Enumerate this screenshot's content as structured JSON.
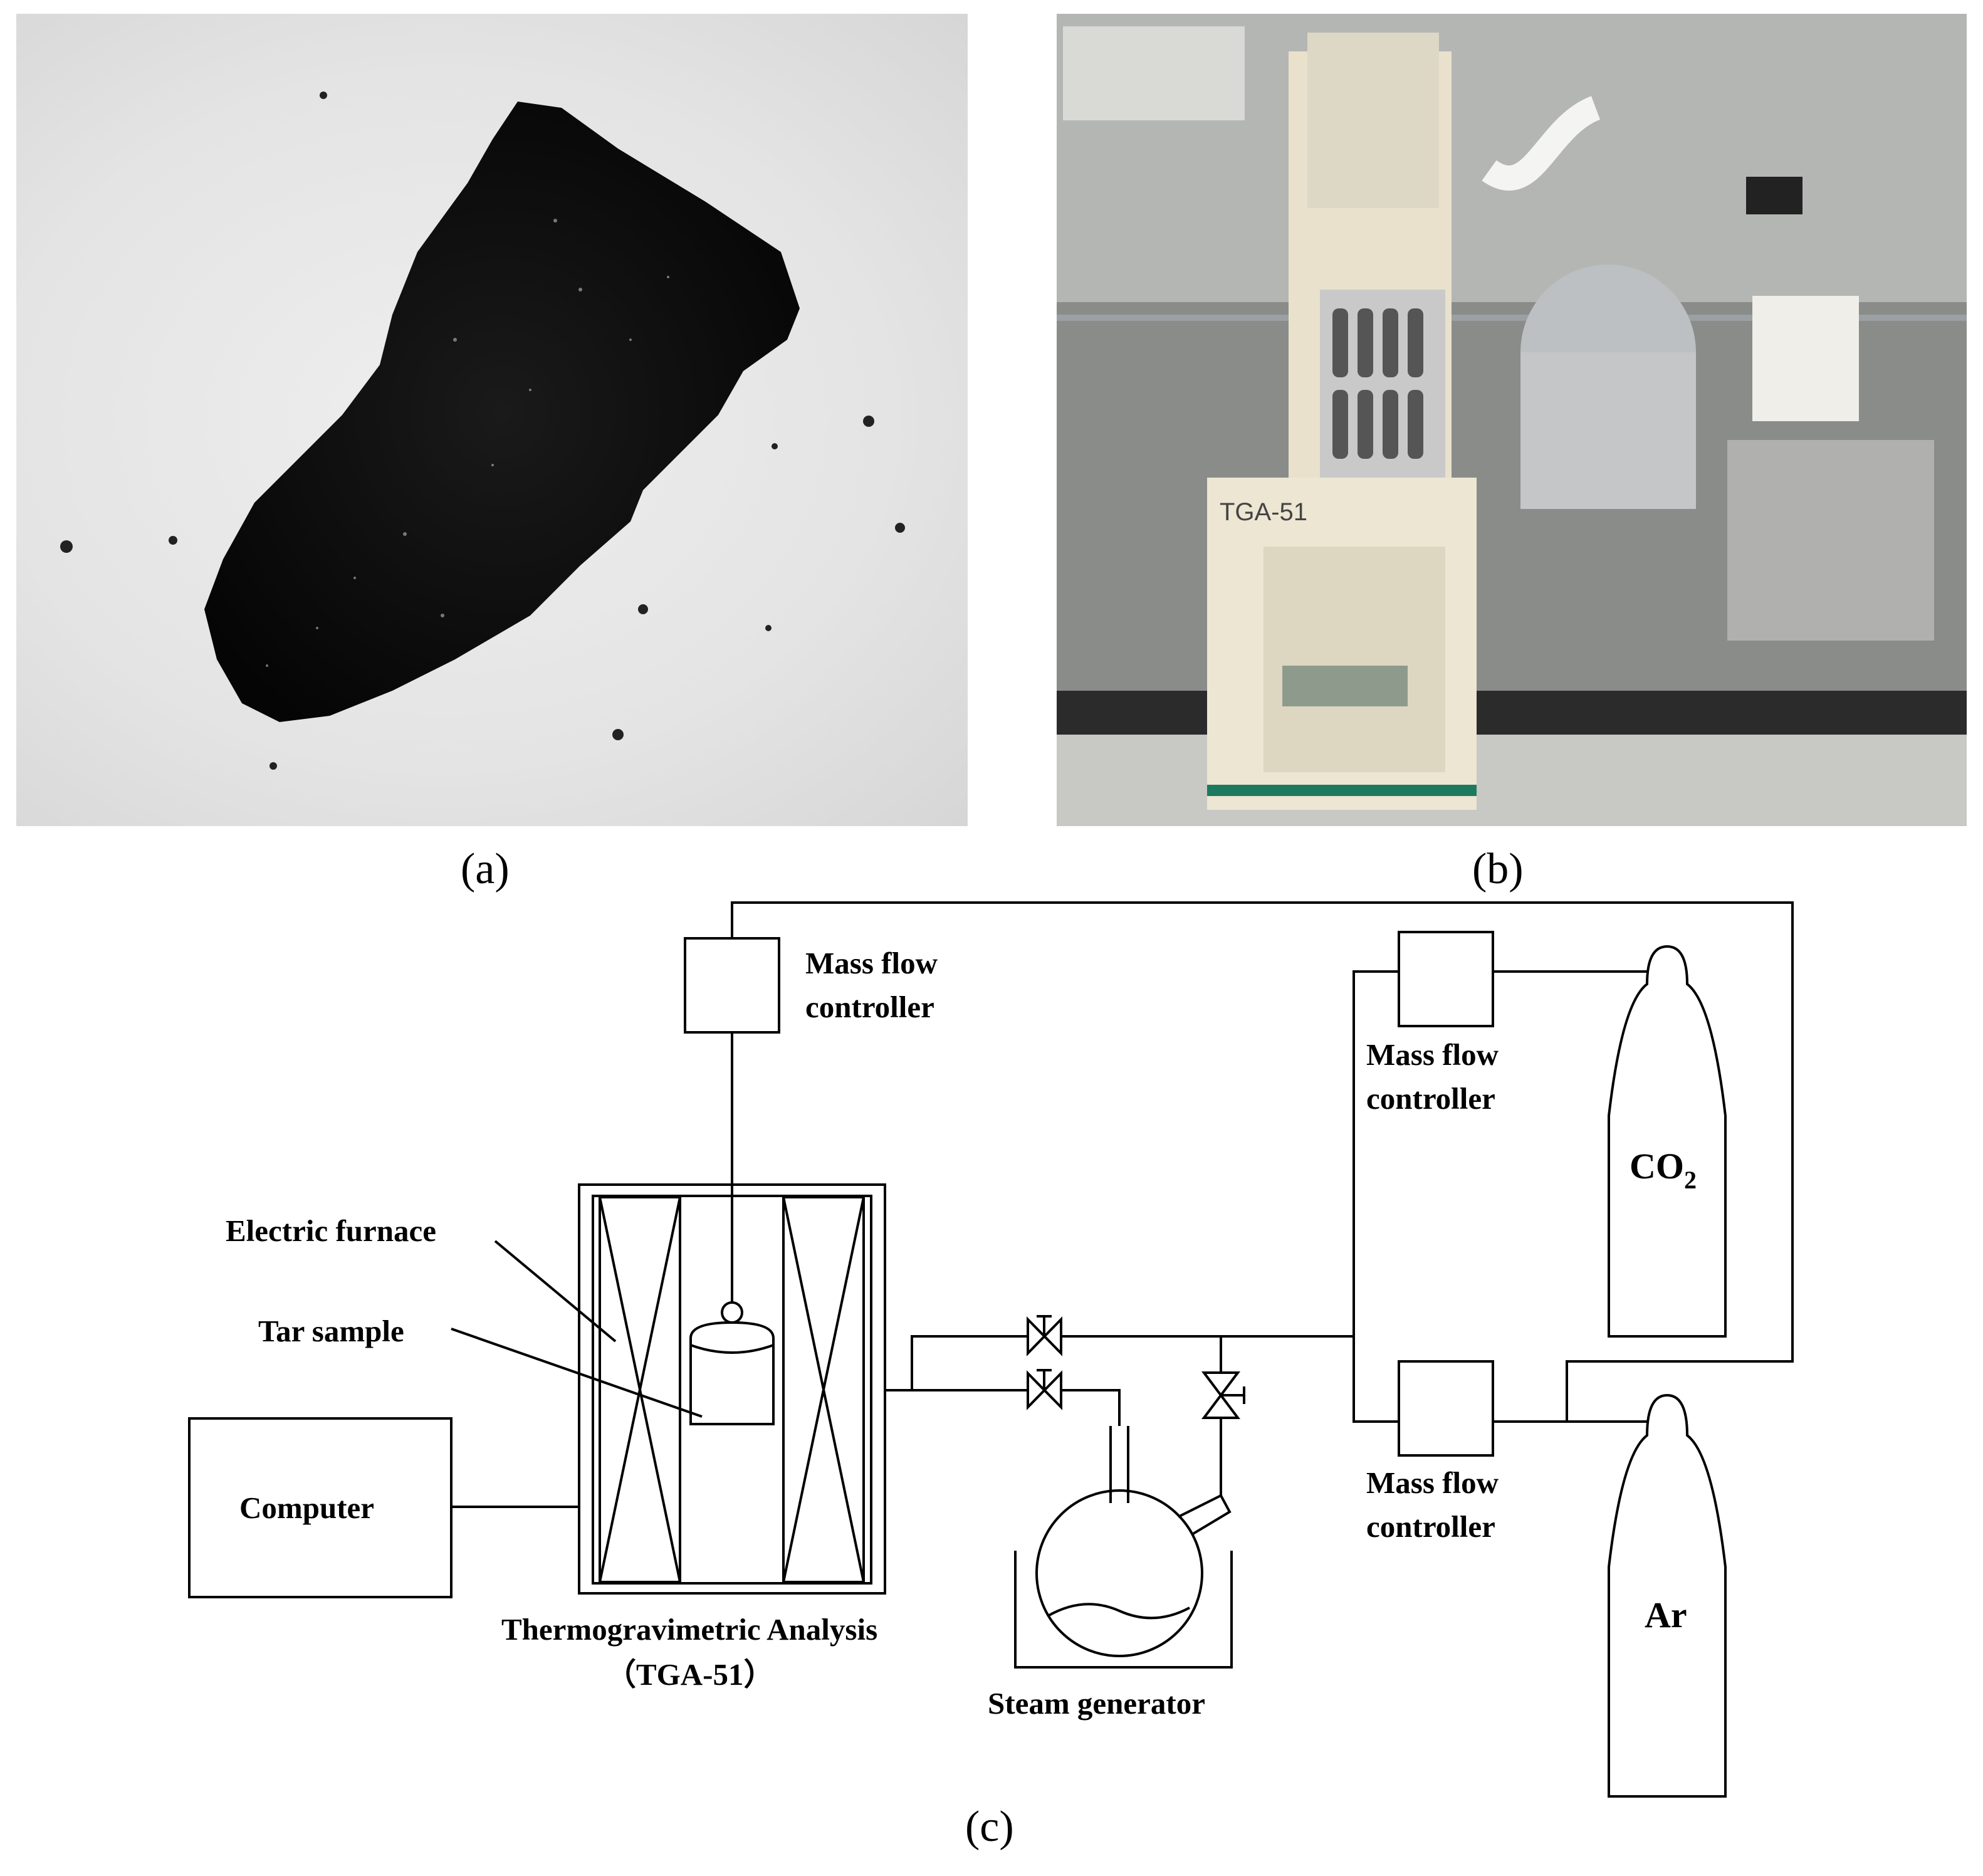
{
  "panels": {
    "a": {
      "caption": "(a)"
    },
    "b": {
      "caption": "(b)",
      "device_label": "TGA-51"
    },
    "c": {
      "caption": "(c)"
    }
  },
  "diagram": {
    "mfc_top": [
      "Mass flow",
      "controller"
    ],
    "mfc_co2": [
      "Mass flow",
      "controller"
    ],
    "mfc_ar": [
      "Mass flow",
      "controller"
    ],
    "co2_cylinder": {
      "main": "CO",
      "sub": "2"
    },
    "ar_cylinder": "Ar",
    "electric_furnace": "Electric furnace",
    "tar_sample": "Tar sample",
    "computer": "Computer",
    "tga": [
      "Thermogravimetric Analysis",
      "（TGA-51）"
    ],
    "steam_generator": "Steam generator"
  }
}
